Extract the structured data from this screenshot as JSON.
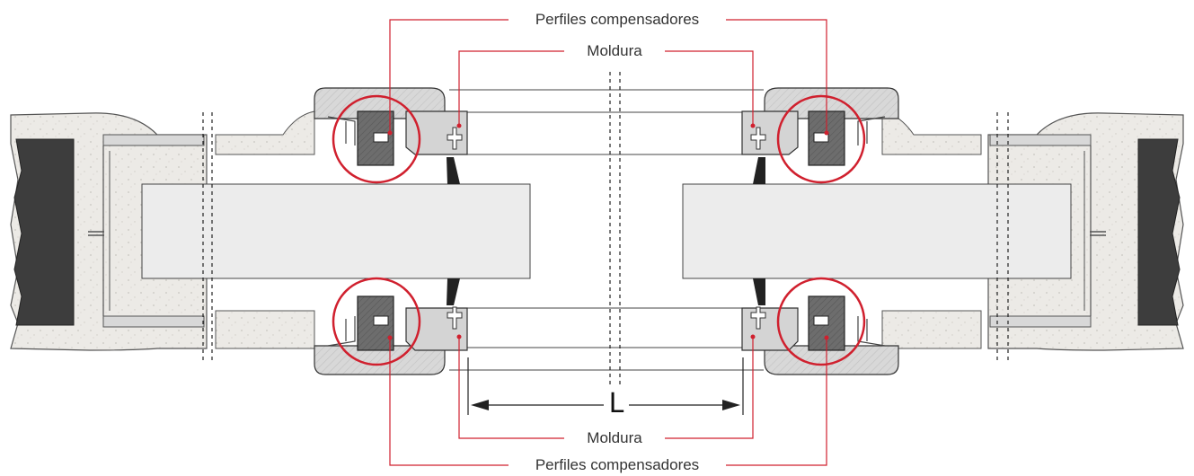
{
  "labels": {
    "top_compensators": "Perfiles compensadores",
    "top_molding": "Moldura",
    "bottom_molding": "Moldura",
    "bottom_compensators": "Perfiles compensadores",
    "dimension": "L"
  },
  "colors": {
    "leader_red": "#d0202e",
    "foam": "#eceae6",
    "frame_grey": "#d4d4d4",
    "compensator_dark": "#6f6f6f",
    "leaf_dark": "#3d3d3d",
    "outline": "#333333",
    "glass_fill": "#ececec"
  }
}
